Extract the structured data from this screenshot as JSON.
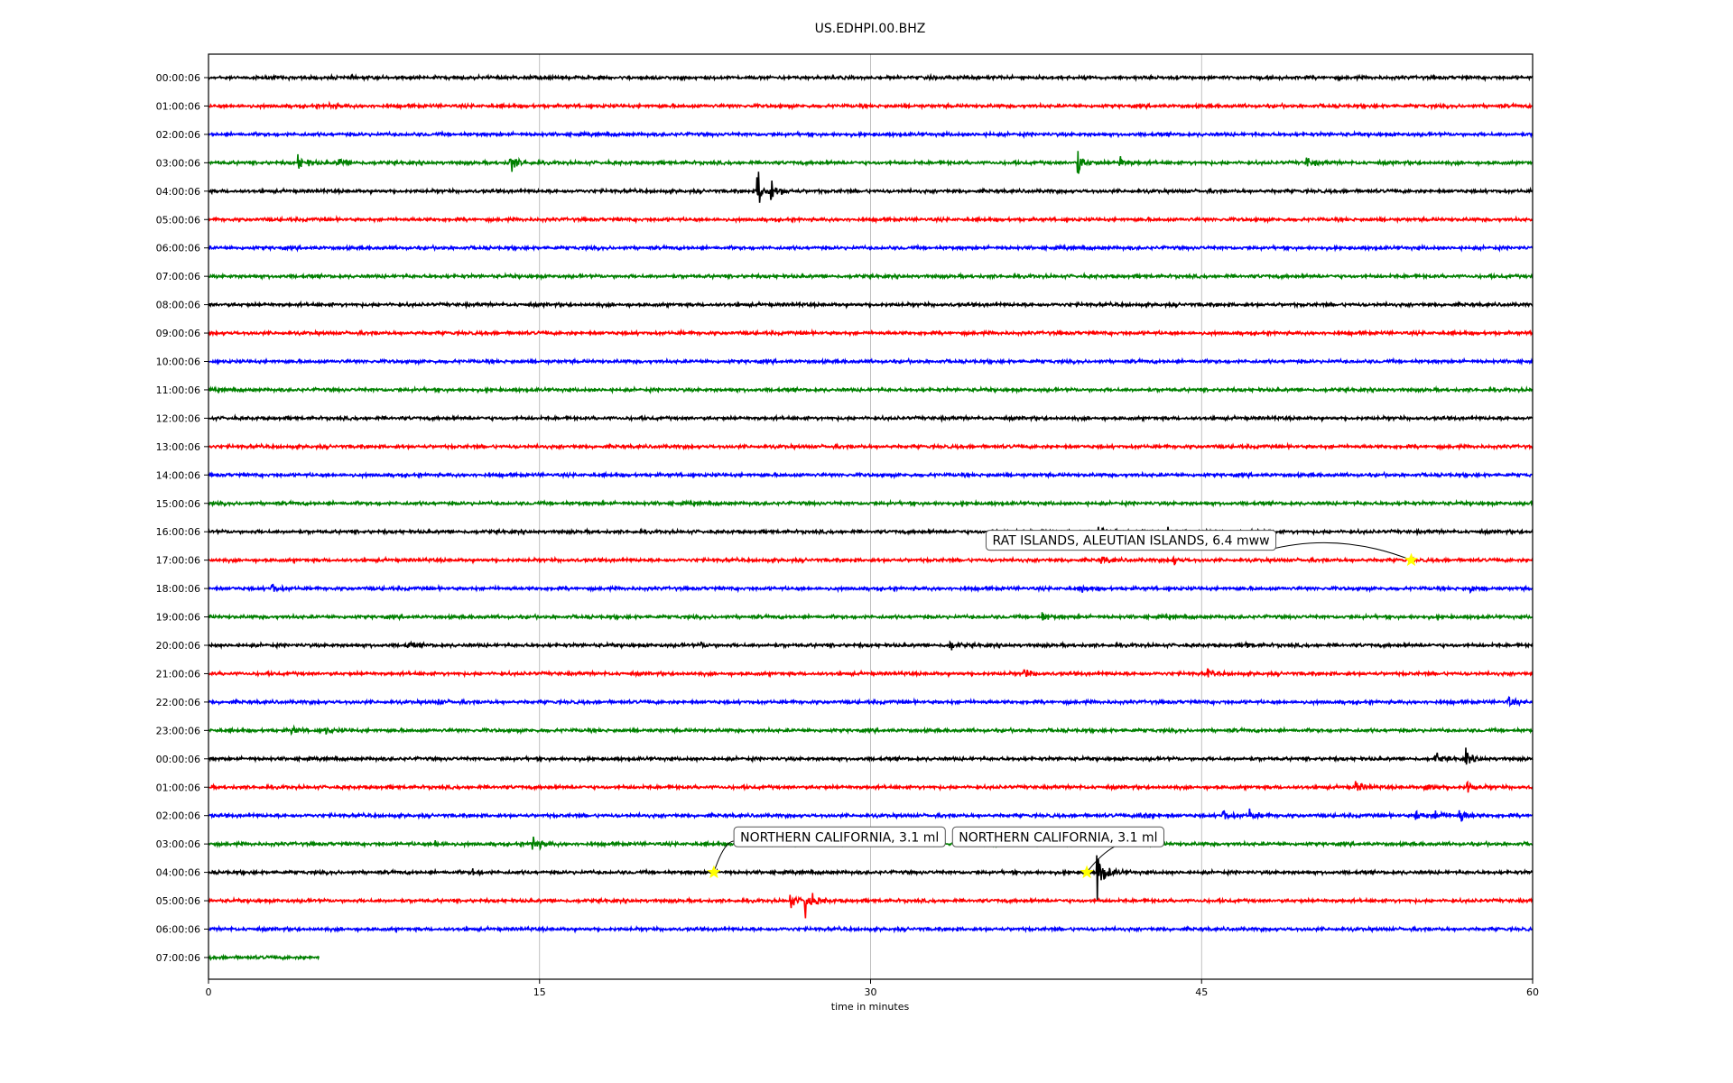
{
  "chart_data": {
    "type": "line",
    "title": "US.EDHPI.00.BHZ",
    "xlabel": "time in minutes",
    "ylabel": "",
    "xlim": [
      0,
      60
    ],
    "xticks": [
      "0",
      "15",
      "30",
      "45",
      "60"
    ],
    "xtick_values": [
      0,
      15,
      30,
      45,
      60
    ],
    "grid_x": true,
    "colors": [
      "#000000",
      "#ff0000",
      "#0000ff",
      "#008000"
    ],
    "row_labels": [
      "00:00:06",
      "01:00:06",
      "02:00:06",
      "03:00:06",
      "04:00:06",
      "05:00:06",
      "06:00:06",
      "07:00:06",
      "08:00:06",
      "09:00:06",
      "10:00:06",
      "11:00:06",
      "12:00:06",
      "13:00:06",
      "14:00:06",
      "15:00:06",
      "16:00:06",
      "17:00:06",
      "18:00:06",
      "19:00:06",
      "20:00:06",
      "21:00:06",
      "22:00:06",
      "23:00:06",
      "00:00:06",
      "01:00:06",
      "02:00:06",
      "03:00:06",
      "04:00:06",
      "05:00:06",
      "06:00:06",
      "07:00:06"
    ],
    "last_row_end_minute": 5,
    "noise_level": 0.08,
    "bursts": [
      {
        "row": 1,
        "minute": 5.5,
        "amp": 0.15
      },
      {
        "row": 3,
        "minute": 4.1,
        "amp": 0.45
      },
      {
        "row": 3,
        "minute": 5.9,
        "amp": 0.3
      },
      {
        "row": 3,
        "minute": 13.7,
        "amp": 0.6
      },
      {
        "row": 3,
        "minute": 39.4,
        "amp": 0.7
      },
      {
        "row": 3,
        "minute": 41.3,
        "amp": 0.35
      },
      {
        "row": 3,
        "minute": 49.8,
        "amp": 0.25
      },
      {
        "row": 4,
        "minute": 24.9,
        "amp": 1.2
      },
      {
        "row": 4,
        "minute": 25.5,
        "amp": 0.5
      },
      {
        "row": 16,
        "minute": 40.3,
        "amp": 0.9
      },
      {
        "row": 16,
        "minute": 43.5,
        "amp": 0.3
      },
      {
        "row": 17,
        "minute": 40.5,
        "amp": 0.25
      },
      {
        "row": 17,
        "minute": 43.7,
        "amp": 0.2
      },
      {
        "row": 18,
        "minute": 2.9,
        "amp": 0.3
      },
      {
        "row": 18,
        "minute": 39.6,
        "amp": 0.2
      },
      {
        "row": 18,
        "minute": 57.2,
        "amp": 0.2
      },
      {
        "row": 19,
        "minute": 37.8,
        "amp": 0.2
      },
      {
        "row": 20,
        "minute": 9.0,
        "amp": 0.2
      },
      {
        "row": 20,
        "minute": 22.3,
        "amp": 0.15
      },
      {
        "row": 20,
        "minute": 33.6,
        "amp": 0.25
      },
      {
        "row": 20,
        "minute": 47.0,
        "amp": 0.15
      },
      {
        "row": 21,
        "minute": 37.0,
        "amp": 0.25
      },
      {
        "row": 21,
        "minute": 45.3,
        "amp": 0.2
      },
      {
        "row": 22,
        "minute": 10.4,
        "amp": 0.15
      },
      {
        "row": 22,
        "minute": 58.9,
        "amp": 0.25
      },
      {
        "row": 23,
        "minute": 3.8,
        "amp": 0.2
      },
      {
        "row": 23,
        "minute": 5.3,
        "amp": 0.2
      },
      {
        "row": 24,
        "minute": 55.6,
        "amp": 0.3
      },
      {
        "row": 24,
        "minute": 57.0,
        "amp": 0.4
      },
      {
        "row": 25,
        "minute": 52.0,
        "amp": 0.3
      },
      {
        "row": 25,
        "minute": 55.2,
        "amp": 0.35
      },
      {
        "row": 25,
        "minute": 57.0,
        "amp": 0.4
      },
      {
        "row": 26,
        "minute": 42.2,
        "amp": 0.45
      },
      {
        "row": 26,
        "minute": 46.0,
        "amp": 0.35
      },
      {
        "row": 26,
        "minute": 47.2,
        "amp": 0.3
      },
      {
        "row": 26,
        "minute": 54.7,
        "amp": 0.4
      },
      {
        "row": 26,
        "minute": 55.6,
        "amp": 0.35
      },
      {
        "row": 26,
        "minute": 56.7,
        "amp": 0.45
      },
      {
        "row": 27,
        "minute": 10.3,
        "amp": 0.2
      },
      {
        "row": 27,
        "minute": 14.7,
        "amp": 0.6
      },
      {
        "row": 28,
        "minute": 12.0,
        "amp": 0.2
      },
      {
        "row": 28,
        "minute": 40.3,
        "amp": 1.5
      },
      {
        "row": 29,
        "minute": 26.4,
        "amp": 0.4
      },
      {
        "row": 29,
        "minute": 27.0,
        "amp": 1.3
      }
    ],
    "annotations": [
      {
        "text": "RAT ISLANDS, ALEUTIAN ISLANDS, 6.4 mww",
        "row": 17,
        "minute": 54.5,
        "label_minute": 41.8,
        "label_row": 16.3
      },
      {
        "text": "NORTHERN CALIFORNIA, 3.1 ml",
        "row": 28,
        "minute": 22.9,
        "label_minute": 31.5,
        "label_row": 26.75
      },
      {
        "text": "NORTHERN CALIFORNIA, 3.1 ml",
        "row": 28,
        "minute": 39.8,
        "label_minute": 35.6,
        "label_row": 26.75
      }
    ]
  }
}
